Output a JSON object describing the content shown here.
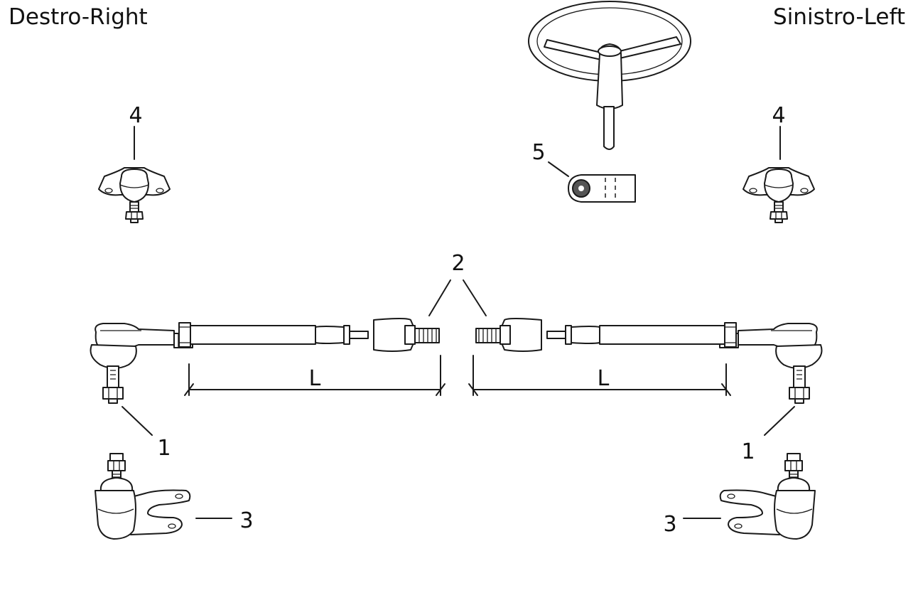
{
  "labels": {
    "side_right": "Destro-Right",
    "side_left": "Sinistro-Left",
    "dimension": "L"
  },
  "callouts": {
    "tie_rod_end": "1",
    "tie_rod": "2",
    "lower_ball_joint": "3",
    "upper_ball_joint": "4",
    "steering_arm_plate": "5"
  }
}
